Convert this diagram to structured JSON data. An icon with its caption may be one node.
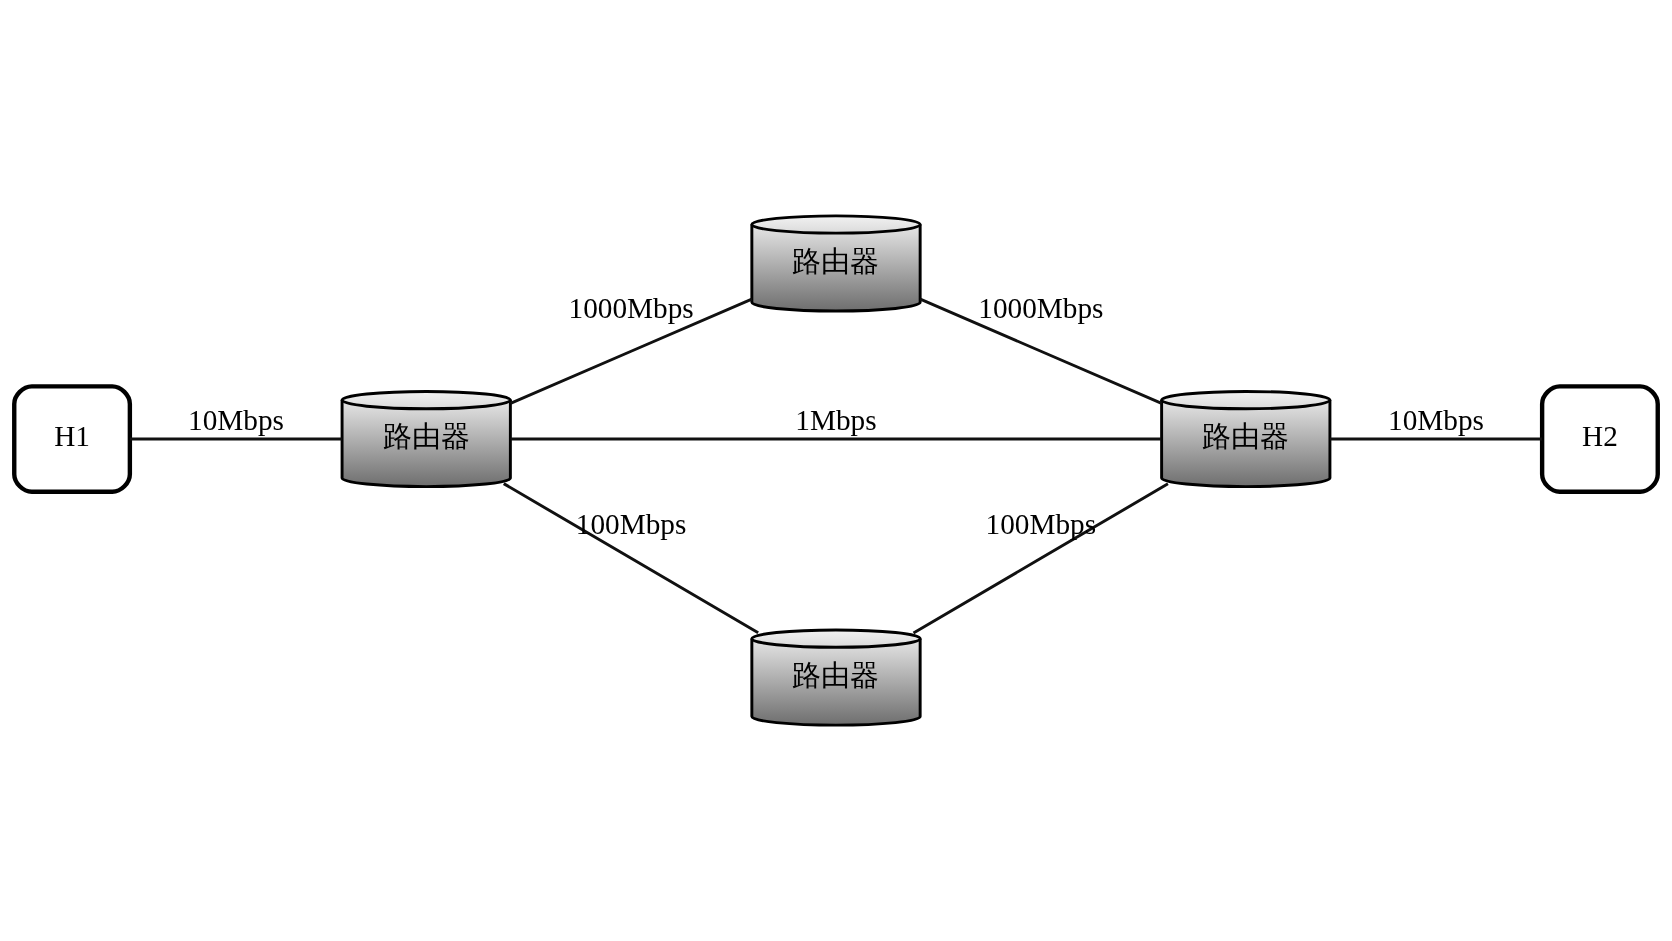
{
  "diagram": {
    "nodes": [
      {
        "text": [
          "路由器"
        ]
      },
      {
        "text": [
          "H1"
        ]
      },
      {
        "text": [
          "路由器"
        ]
      },
      {
        "text": [
          "路由器"
        ]
      },
      {
        "text": [
          "H2"
        ]
      },
      {
        "text": [
          "路由器"
        ]
      }
    ],
    "edges": [
      {
        "from": 1,
        "to": 2,
        "arrow": "none",
        "label": "10Mbps"
      },
      {
        "from": 2,
        "to": 0,
        "arrow": "none",
        "label": "1000Mbps"
      },
      {
        "from": 0,
        "to": 3,
        "arrow": "none",
        "label": "1000Mbps"
      },
      {
        "from": 2,
        "to": 3,
        "arrow": "none",
        "label": "1Mbps"
      },
      {
        "from": 2,
        "to": 5,
        "arrow": "none",
        "label": "100Mbps"
      },
      {
        "from": 5,
        "to": 3,
        "arrow": "none",
        "label": "100Mbps"
      },
      {
        "from": 3,
        "to": 4,
        "arrow": "none",
        "label": "10Mbps"
      }
    ]
  }
}
